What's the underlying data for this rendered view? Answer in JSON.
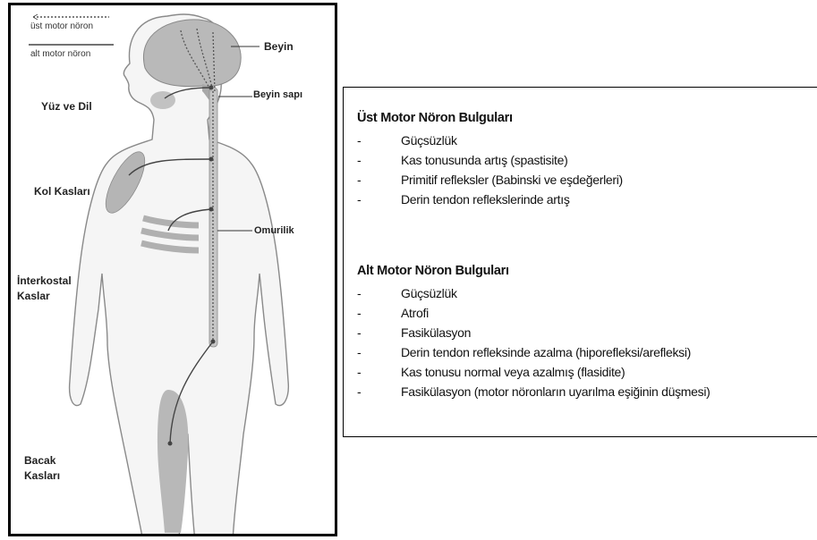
{
  "diagram": {
    "legend": {
      "upper_label": "üst motor nöron",
      "lower_label": "alt motor nöron"
    },
    "labels": {
      "brain": "Beyin",
      "brainstem": "Beyin sapı",
      "spinal_cord": "Omurilik",
      "face_tongue": "Yüz ve Dil",
      "arm_muscles": "Kol Kasları",
      "intercostal_line1": "İnterkostal",
      "intercostal_line2": "Kaslar",
      "leg_line1": "Bacak",
      "leg_line2": "Kasları"
    }
  },
  "findings": {
    "upper": {
      "title": "Üst Motor Nöron Bulguları",
      "items": [
        "Güçsüzlük",
        "Kas tonusunda artış (spastisite)",
        "Primitif refleksler (Babinski ve eşdeğerleri)",
        "Derin tendon reflekslerinde artış"
      ]
    },
    "lower": {
      "title": "Alt Motor Nöron Bulguları",
      "items": [
        "Güçsüzlük",
        "Atrofi",
        "Fasikülasyon",
        "Derin tendon refleksinde azalma (hiporefleksi/arefleksi)",
        "Kas tonusu normal veya azalmış (flasidite)",
        "Fasikülasyon (motor nöronların uyarılma eşiğinin düşmesi)"
      ]
    }
  }
}
